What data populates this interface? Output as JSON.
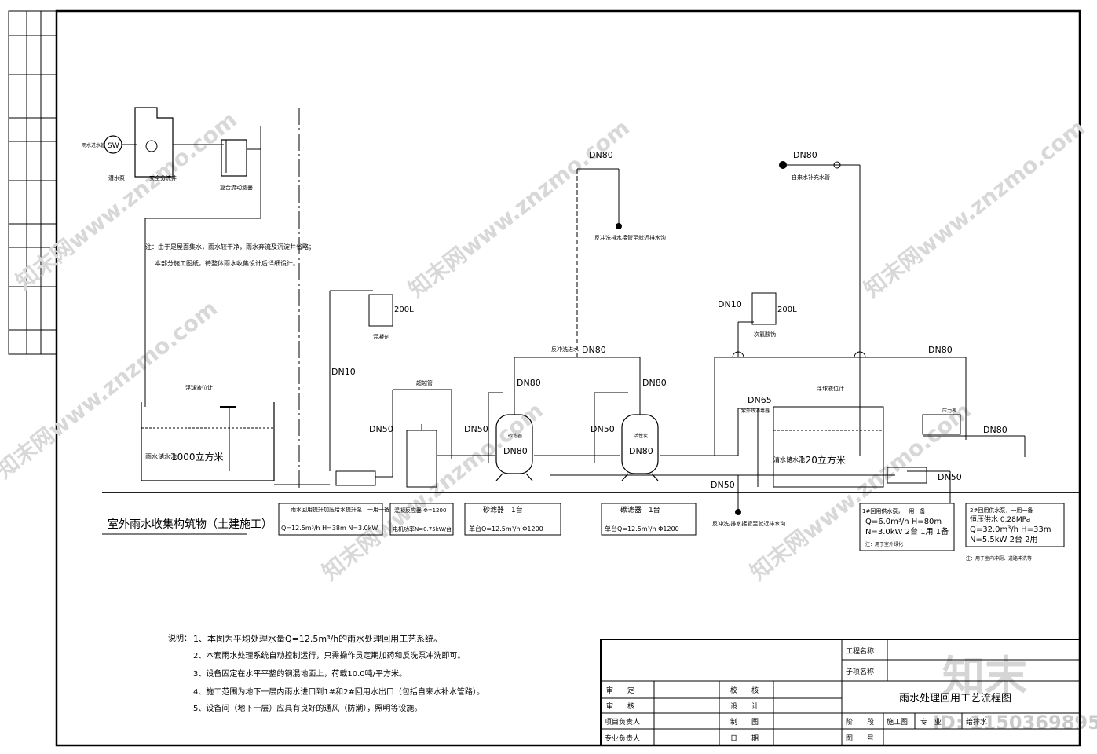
{
  "diagram": {
    "source": "雨水进水管",
    "pump_symbol": "SW",
    "submersible_pump": "潜水泵",
    "check_valve_box": "安全分流井",
    "filter_top": "复合流动滤器",
    "note_a": "注：由于是屋面集水，雨水较干净，雨水弃流及沉淀井省略；",
    "note_b": "本部分施工图纸，待整体雨水收集设计后详细设计。",
    "float_ball_1": "浮球液位计",
    "tank_1_label": "雨水储水池",
    "tank_1_volume": "1000立方米",
    "ground_label": "室外雨水收集构筑物（土建施工）",
    "dn10_a": "DN10",
    "dn50_a": "DN50",
    "dn50_b": "DN50",
    "dn50_c": "DN50",
    "dn80_top": "DN80",
    "backwash_drain_top": "反冲洗排水接管至就近排水沟",
    "doser_1_volume": "200L",
    "doser_1_label": "混凝剂",
    "overflow": "超越管",
    "backwash_in": "反冲洗进水",
    "dn80_bw": "DN80",
    "dn80_f1": "DN80",
    "dn80_f2": "DN80",
    "filter_1_mid": "DN80",
    "filter_2_mid": "DN80",
    "filter_1_name": "砂滤器",
    "filter_2_name": "活性炭",
    "dn50_bottom": "DN50",
    "drain_bottom": "反冲洗/排水接管至就近排水沟",
    "dn10_b": "DN10",
    "doser_2_volume": "200L",
    "doser_2_label": "次氯酸钠",
    "dn80_right_top": "DN80",
    "tap_water": "自来水补充水管",
    "dn80_main": "DN80",
    "dn65": "DN65",
    "float_ball_2": "浮球液位计",
    "tank_2_label": "清水储水池",
    "tank_2_volume": "120立方米",
    "disinfector": "紫外线消毒器",
    "dn80_out": "DN80",
    "dn50_out": "DN50",
    "pressure_gauge": "压力表",
    "eq": [
      {
        "l1": "雨水回用提升加压给水提升泵　一用一备",
        "l2": "Q=12.5m³/h  H=38m  N=3.0kW"
      },
      {
        "l1": "混凝反应器  Φ=1200",
        "l2": "电机功率N=0.75kW/台"
      },
      {
        "l1": "砂滤器　1台",
        "l2": "单台Q=12.5m³/h  Φ1200"
      },
      {
        "l1": "碳滤器　1台",
        "l2": "单台Q=12.5m³/h  Φ1200"
      }
    ],
    "pump1": {
      "title": "1#回用供水泵，一用一备",
      "l2": "Q=6.0m³/h   H=80m",
      "l3": "N=3.0kW   2台 1用 1备",
      "l4": "注：用于室外绿化"
    },
    "pump2": {
      "title": "2#回用供水泵，一用一备",
      "l2": "恒压供水 0.28MPa",
      "l3": "Q=32.0m³/h  H=33m",
      "l4": "N=5.5kW  2台  2用",
      "l5": "注：用于室内冲厕、道路冲洗等"
    }
  },
  "notes": {
    "head": "说明：",
    "items": [
      "1、本图为平均处理水量Q=12.5m³/h的雨水处理回用工艺系统。",
      "2、本套雨水处理系统自动控制运行，只需操作员定期加药和反洗泵冲洗即可。",
      "3、设备固定在水平平整的钢混地面上，荷载10.0吨/平方米。",
      "4、施工范围为地下一层内雨水进口到1#和2#回用水出口（包括自来水补水管路）。",
      "5、设备间（地下一层）应具有良好的通风（防潮），照明等设施。"
    ]
  },
  "title_block": {
    "project_name": "工程名称",
    "sub_name": "子项名称",
    "drawing_title": "雨水处理回用工艺流程图",
    "r1": [
      "审　　定",
      "校　　核"
    ],
    "r2": [
      "审　　核",
      "设　　计"
    ],
    "r3": [
      "项目负责人",
      "制　　图"
    ],
    "r4": [
      "专业负责人",
      "日　　期"
    ],
    "stage": "阶　　段",
    "stage_val": "施工图",
    "major": "专　业",
    "major_val": "给排水",
    "sheet_no": "图　　号"
  },
  "watermark": {
    "text": "知末网www.znzmo.com",
    "logo": "知末",
    "id": "ID: 1150369895"
  }
}
